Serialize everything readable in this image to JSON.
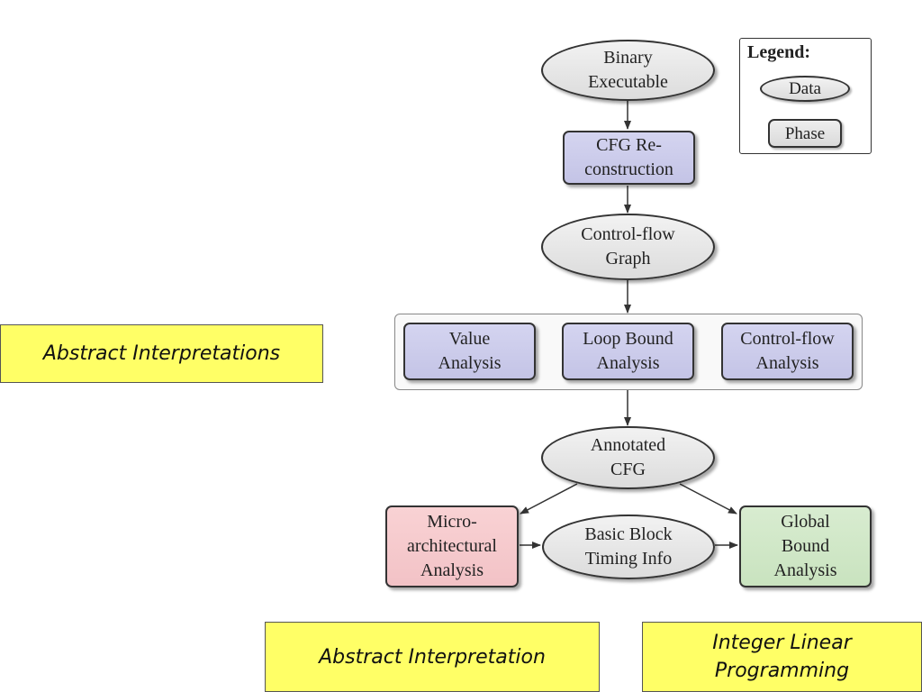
{
  "legend": {
    "title": "Legend:",
    "data_label": "Data",
    "phase_label": "Phase"
  },
  "nodes": {
    "binary_executable": "Binary\nExecutable",
    "cfg_reconstruction": "CFG Re-\nconstruction",
    "control_flow_graph": "Control-flow\nGraph",
    "value_analysis": "Value\nAnalysis",
    "loop_bound_analysis": "Loop Bound\nAnalysis",
    "control_flow_analysis": "Control-flow\nAnalysis",
    "annotated_cfg": "Annotated\nCFG",
    "micro_architectural_analysis": "Micro-\narchitectural\nAnalysis",
    "basic_block_timing_info": "Basic Block\nTiming Info",
    "global_bound_analysis": "Global\nBound\nAnalysis"
  },
  "callouts": {
    "abstract_interpretations": "Abstract Interpretations",
    "abstract_interpretation": "Abstract Interpretation",
    "integer_linear_programming": "Integer Linear\nProgramming"
  },
  "colors": {
    "data_fill": "#e6e6e6",
    "phase_fill_purple": "#c9c9ea",
    "phase_fill_pink": "#f5c8cb",
    "phase_fill_green": "#cde6c3",
    "callout_fill": "#ffff66"
  }
}
